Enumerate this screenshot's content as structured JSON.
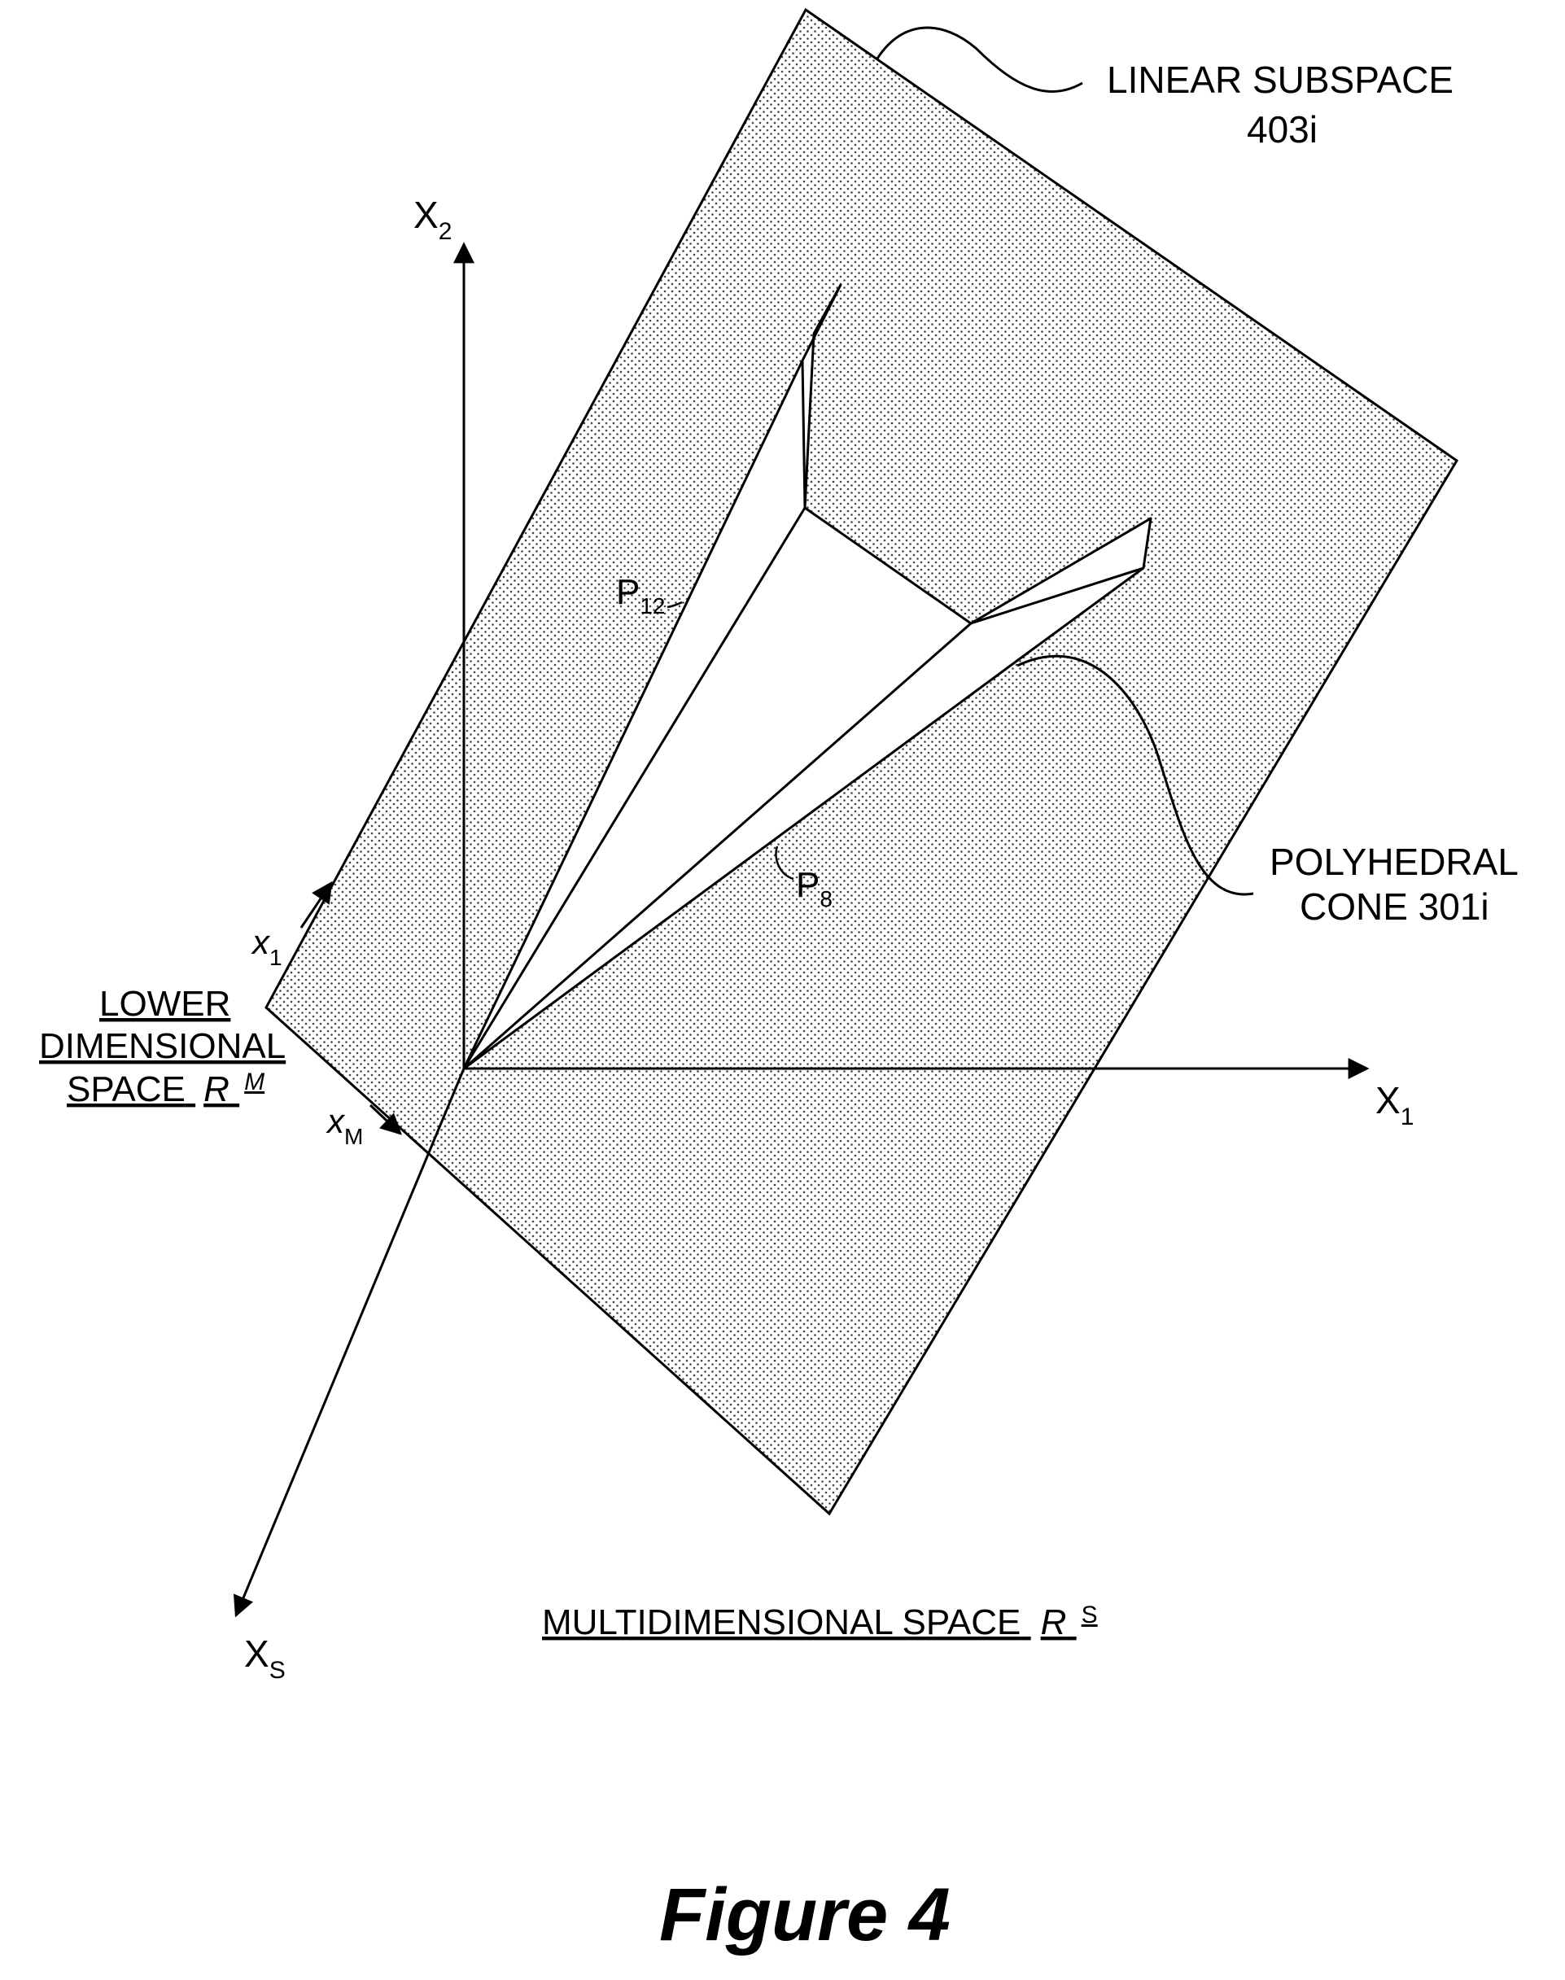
{
  "figure": {
    "title": "Figure 4"
  },
  "labels": {
    "linear_subspace_line1": "LINEAR SUBSPACE",
    "linear_subspace_line2": "403i",
    "polyhedral_cone_line1": "POLYHEDRAL",
    "polyhedral_cone_line2": "CONE 301i",
    "lower_space_line1": "LOWER",
    "lower_space_line2": "DIMENSIONAL",
    "lower_space_line3": "SPACE",
    "lower_space_symbol": "R",
    "lower_space_sup": "M",
    "multi_space_text": "MULTIDIMENSIONAL SPACE",
    "multi_space_symbol": "R",
    "multi_space_sup": "S",
    "p12_main": "P",
    "p12_sub": "12",
    "p8_main": "P",
    "p8_sub": "8"
  },
  "axes": {
    "X2": {
      "main": "X",
      "sub": "2"
    },
    "X1": {
      "main": "X",
      "sub": "1"
    },
    "XS": {
      "main": "X",
      "sub": "S"
    },
    "x1_local": {
      "main": "x",
      "sub": "1"
    },
    "xM_local": {
      "main": "x",
      "sub": "M"
    }
  },
  "colors": {
    "ink": "#000000",
    "dot": "#444444",
    "background": "#ffffff"
  }
}
